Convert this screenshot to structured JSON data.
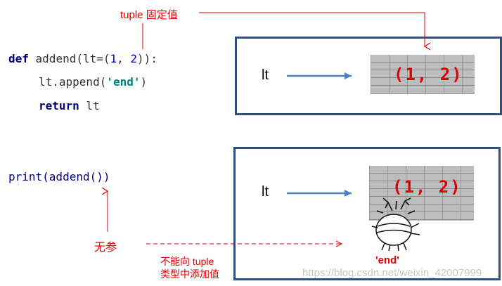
{
  "code_block_1": {
    "line1": {
      "kw": "def",
      "name": " addend(lt=(",
      "n1": "1",
      "sep": ", ",
      "n2": "2",
      "tail": ")):"
    },
    "line2": {
      "pre": "lt.append(",
      "str": "'end'",
      "post": ")"
    },
    "line3": {
      "kw": "return",
      "rest": " lt"
    }
  },
  "code_block_2": {
    "text": "print(addend())"
  },
  "annotations": {
    "tuple_fixed": "tuple 固定值",
    "no_args": "无参",
    "cannot_add_line1": "不能向 tuple",
    "cannot_add_line2": "类型中添加值",
    "end_label": "'end'"
  },
  "box_top": {
    "var": "lt",
    "tuple_text": "(1, 2)"
  },
  "box_bottom": {
    "var": "lt",
    "tuple_text": "(1, 2)"
  },
  "watermark": "https://blog.csdn.net/weixin_42007999",
  "colors": {
    "accent_red": "#e00000",
    "box_border": "#2e4f7f",
    "arrow_blue": "#4a7fc1"
  }
}
